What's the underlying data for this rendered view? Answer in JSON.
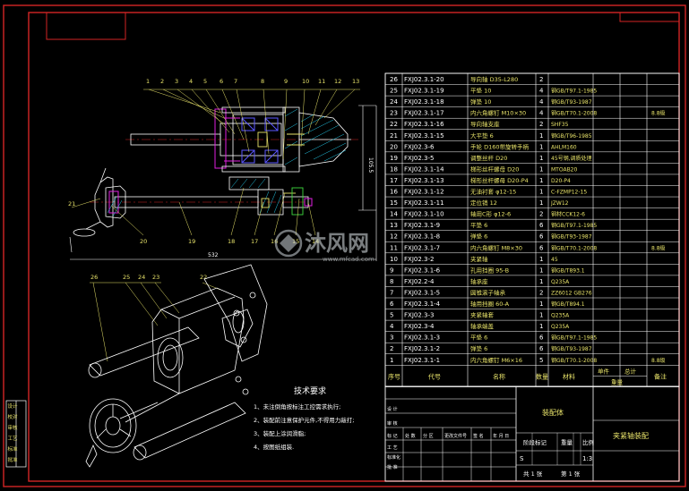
{
  "colors": {
    "frame": "#d22525",
    "line": "#ffffff",
    "cyan": "#24c8e8",
    "yellow": "#e8e36a",
    "green": "#3fd93f",
    "blue": "#5b57ff",
    "magenta": "#e020e0",
    "text": "#ffffff"
  },
  "parts_list": [
    {
      "no": "26",
      "code": "FXJ02.3.1-20",
      "name": "导向轴 D35-L280",
      "qty": "2",
      "material": "",
      "note": ""
    },
    {
      "no": "25",
      "code": "FXJ02.3.1-19",
      "name": "平垫 10",
      "qty": "4",
      "material": "钢GB/T97.1-1985",
      "note": ""
    },
    {
      "no": "24",
      "code": "FXJ02.3.1-18",
      "name": "弹垫 10",
      "qty": "4",
      "material": "钢GB/T93-1987",
      "note": ""
    },
    {
      "no": "23",
      "code": "FXJ02.3.1-17",
      "name": "内六角螺钉 M10×30",
      "qty": "4",
      "material": "钢GB/T70.1-2008",
      "note": "8.8级"
    },
    {
      "no": "22",
      "code": "FXJ02.3.1-16",
      "name": "导向轴支座",
      "qty": "2",
      "material": "SHF35",
      "note": ""
    },
    {
      "no": "21",
      "code": "FXJ02.3.1-15",
      "name": "大平垫 6",
      "qty": "1",
      "material": "钢GB/T96-1985",
      "note": ""
    },
    {
      "no": "20",
      "code": "FXJ02.3-6",
      "name": "手轮 D160带旋转手柄",
      "qty": "1",
      "material": "AHLM160",
      "note": ""
    },
    {
      "no": "19",
      "code": "FXJ02.3-5",
      "name": "调整丝杆 D20",
      "qty": "1",
      "material": "45号钢,调质处理",
      "note": ""
    },
    {
      "no": "18",
      "code": "FXJ02.3.1-14",
      "name": "梯形丝杆螺母 D20",
      "qty": "1",
      "material": "MTOAB20",
      "note": ""
    },
    {
      "no": "17",
      "code": "FXJ02.3.1-13",
      "name": "梯形丝杆螺母 D20-P4",
      "qty": "1",
      "material": "D20-P4",
      "note": ""
    },
    {
      "no": "16",
      "code": "FXJ02.3.1-12",
      "name": "无油衬套 φ12-15",
      "qty": "1",
      "material": "C-FZMP12-15",
      "note": ""
    },
    {
      "no": "15",
      "code": "FXJ02.3.1-11",
      "name": "定位销 12",
      "qty": "1",
      "material": "JZW12",
      "note": ""
    },
    {
      "no": "14",
      "code": "FXJ02.3.1-10",
      "name": "轴用C形 φ12-6",
      "qty": "2",
      "material": "钢材CCK12-6",
      "note": ""
    },
    {
      "no": "13",
      "code": "FXJ02.3.1-9",
      "name": "平垫 6",
      "qty": "6",
      "material": "钢GB/T97.1-1985",
      "note": ""
    },
    {
      "no": "12",
      "code": "FXJ02.3.1-8",
      "name": "弹垫 6",
      "qty": "6",
      "material": "钢GB/T93-1987",
      "note": ""
    },
    {
      "no": "11",
      "code": "FXJ02.3.1-7",
      "name": "内六角螺钉 M8×30",
      "qty": "6",
      "material": "钢GB/T70.1-2008",
      "note": "8.8级"
    },
    {
      "no": "10",
      "code": "FXJ02.3-2",
      "name": "夹紧轴",
      "qty": "1",
      "material": "45",
      "note": ""
    },
    {
      "no": "9",
      "code": "FXJ02.3.1-6",
      "name": "孔用挡圈 95-B",
      "qty": "1",
      "material": "钢GB/T893.1",
      "note": ""
    },
    {
      "no": "8",
      "code": "FXJ02.2-4",
      "name": "轴承座",
      "qty": "1",
      "material": "Q235A",
      "note": ""
    },
    {
      "no": "7",
      "code": "FXJ02.3.1-5",
      "name": "圆锥滚子轴承",
      "qty": "2",
      "material": "ZZ6012 GB276",
      "note": ""
    },
    {
      "no": "6",
      "code": "FXJ02.3.1-4",
      "name": "轴用挡圈 60-A",
      "qty": "1",
      "material": "钢GB/T894.1",
      "note": ""
    },
    {
      "no": "5",
      "code": "FXJ02.3-3",
      "name": "夹紧轴套",
      "qty": "1",
      "material": "Q235A",
      "note": ""
    },
    {
      "no": "4",
      "code": "FXJ02.3-4",
      "name": "轴承端盖",
      "qty": "1",
      "material": "Q235A",
      "note": ""
    },
    {
      "no": "3",
      "code": "FXJ02.3.1-3",
      "name": "平垫 6",
      "qty": "6",
      "material": "钢GB/T97.1-1985",
      "note": ""
    },
    {
      "no": "2",
      "code": "FXJ02.3.1-2",
      "name": "弹垫 6",
      "qty": "6",
      "material": "钢GB/T93-1987",
      "note": ""
    },
    {
      "no": "1",
      "code": "FXJ02.3.1-1",
      "name": "内六角螺钉 M6×16",
      "qty": "5",
      "material": "钢GB/T70.1-2008",
      "note": "8.8级"
    }
  ],
  "table_header": {
    "no": "序号",
    "code": "代号",
    "name": "名称",
    "qty": "数量",
    "material": "材料",
    "single": "单件",
    "total": "总计",
    "weight": "重量",
    "note": "备注"
  },
  "title_block": {
    "assembly": "装配体",
    "drawing_name": "夹紧轴装配",
    "stage_label": "阶段标记",
    "weight_label": "重量",
    "scale_label": "比例",
    "stage_value": "S",
    "scale_value": "1:3",
    "sheet_total": "共 1 张",
    "sheet_no": "第 1 张",
    "rev_labels": [
      "标 记",
      "处 数",
      "分 区",
      "更改文件号",
      "签 名",
      "年 月 日"
    ],
    "role_labels": [
      "设 计",
      "审 核",
      "工 艺",
      "标准化",
      "批 准"
    ]
  },
  "side_labels": [
    "设计",
    "校对",
    "审核",
    "工艺",
    "标准",
    "批准"
  ],
  "tech_req": {
    "title": "技术要求",
    "items": [
      "1、未注倒角按标注工控需求执行;",
      "2、装配前注意保护元件,不得用力敲打;",
      "3、装配上涂润滑脂;",
      "4、按图纸组装."
    ]
  },
  "top_callouts": [
    "1",
    "2",
    "3",
    "4",
    "5",
    "6",
    "7",
    "8",
    "9",
    "10",
    "11",
    "12",
    "13"
  ],
  "bottom_callouts": [
    "21",
    "20",
    "19",
    "18",
    "17",
    "16",
    "15",
    "14"
  ],
  "iso_callouts": [
    "26",
    "25",
    "24",
    "23",
    "22"
  ],
  "dimensions": {
    "length": "532",
    "height": "105.5"
  },
  "watermark": {
    "brand": "沐风网",
    "url": "www.mfcad.com"
  }
}
